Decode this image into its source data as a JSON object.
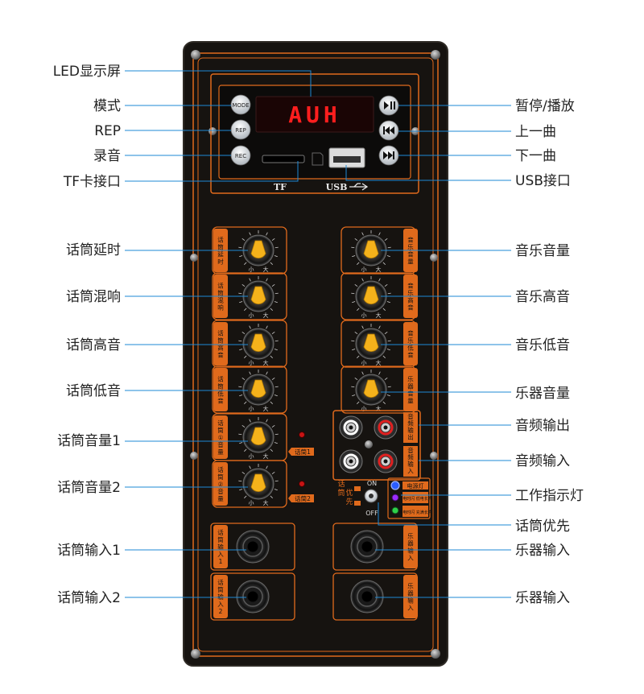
{
  "diagram": {
    "callouts_left": [
      {
        "id": "led",
        "label": "LED显示屏"
      },
      {
        "id": "mode",
        "label": "模式"
      },
      {
        "id": "rep",
        "label": "REP"
      },
      {
        "id": "rec",
        "label": "录音"
      },
      {
        "id": "tf",
        "label": "TF卡接口"
      },
      {
        "id": "mic-delay",
        "label": "话筒延时"
      },
      {
        "id": "mic-reverb",
        "label": "话筒混响"
      },
      {
        "id": "mic-treble",
        "label": "话筒高音"
      },
      {
        "id": "mic-bass",
        "label": "话筒低音"
      },
      {
        "id": "mic-vol1",
        "label": "话筒音量1"
      },
      {
        "id": "mic-vol2",
        "label": "话筒音量2"
      },
      {
        "id": "mic-in1",
        "label": "话筒输入1"
      },
      {
        "id": "mic-in2",
        "label": "话筒输入2"
      }
    ],
    "callouts_right": [
      {
        "id": "play",
        "label": "暂停/播放"
      },
      {
        "id": "prev",
        "label": "上一曲"
      },
      {
        "id": "next",
        "label": "下一曲"
      },
      {
        "id": "usb",
        "label": "USB接口"
      },
      {
        "id": "music-vol",
        "label": "音乐音量"
      },
      {
        "id": "music-treble",
        "label": "音乐高音"
      },
      {
        "id": "music-bass",
        "label": "音乐低音"
      },
      {
        "id": "inst-vol",
        "label": "乐器音量"
      },
      {
        "id": "audio-out",
        "label": "音频输出"
      },
      {
        "id": "audio-in",
        "label": "音频输入"
      },
      {
        "id": "indicator",
        "label": "工作指示灯"
      },
      {
        "id": "mic-priority",
        "label": "话筒优先"
      },
      {
        "id": "inst-in1",
        "label": "乐器输入"
      },
      {
        "id": "inst-in2",
        "label": "乐器输入"
      }
    ]
  },
  "panel": {
    "display_text": "AUH",
    "buttons_left": [
      "MODE",
      "REP",
      "REC"
    ],
    "tf_label": "TF",
    "usb_label": "USB",
    "knobs_left": [
      {
        "label": "话筒延时",
        "min": "小",
        "max": "大"
      },
      {
        "label": "话筒混响",
        "min": "小",
        "max": "大"
      },
      {
        "label": "话筒高音",
        "min": "小",
        "max": "大"
      },
      {
        "label": "话筒低音",
        "min": "小",
        "max": "大"
      },
      {
        "label": "话筒①音量",
        "min": "小",
        "max": "大"
      },
      {
        "label": "话筒②音量",
        "min": "小",
        "max": "大"
      }
    ],
    "knobs_right": [
      {
        "label": "音乐音量",
        "min": "小",
        "max": "大"
      },
      {
        "label": "音乐高音",
        "min": "小",
        "max": "大"
      },
      {
        "label": "音乐低音",
        "min": "小",
        "max": "大"
      },
      {
        "label": "乐器音量",
        "min": "小",
        "max": "大"
      }
    ],
    "mic_leds": [
      "话筒1",
      "话筒2"
    ],
    "rca_out_label": "音频输出",
    "rca_in_label": "音频输入",
    "priority_label": "话筒优先",
    "switch_on": "ON",
    "switch_off": "OFF",
    "indicator_labels": [
      "电源灯",
      "欠电时闪 低电长亮",
      "充电时闪 充满长亮"
    ],
    "jacks_left": [
      "话筒输入1",
      "话筒输入2"
    ],
    "jacks_right": [
      "乐器输入",
      "乐器输入"
    ]
  },
  "colors": {
    "panel": "#161310",
    "accent": "#e06a1c",
    "knob": "#f5b21b",
    "display": "#ff1e1e",
    "callout_line": "#1e8ad6",
    "led_blue": "#2a5cff",
    "led_purple": "#9b2cff",
    "led_green": "#2fcf4a"
  }
}
